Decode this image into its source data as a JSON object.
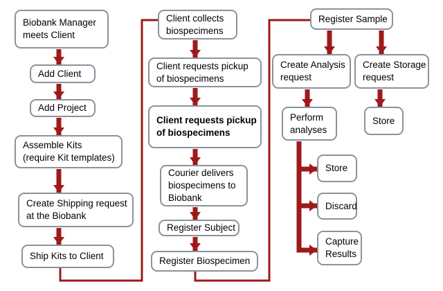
{
  "diagram": {
    "type": "flowchart",
    "colors": {
      "arrow": "#9e1a1a",
      "node_border": "#8a929c",
      "node_fill": "#ffffff",
      "text": "#000000",
      "background": "#ffffff"
    },
    "nodes": [
      {
        "id": "biobank-manager-meets-client",
        "label": "Biobank Manager\nmeets Client",
        "bold": false
      },
      {
        "id": "add-client",
        "label": "Add Client",
        "bold": false
      },
      {
        "id": "add-project",
        "label": "Add Project",
        "bold": false
      },
      {
        "id": "assemble-kits",
        "label": "Assemble Kits\n(require Kit templates)",
        "bold": false
      },
      {
        "id": "create-shipping-request",
        "label": "Create Shipping request\nat the Biobank",
        "bold": false
      },
      {
        "id": "ship-kits-to-client",
        "label": "Ship Kits to Client",
        "bold": false
      },
      {
        "id": "client-collects-biospecimens",
        "label": "Client collects\nbiospecimens",
        "bold": false
      },
      {
        "id": "client-requests-pickup",
        "label": "Client requests pickup\nof biospecimens",
        "bold": false
      },
      {
        "id": "client-requests-pickup-confirm",
        "label": "Client requests pickup\nof biospecimens",
        "bold": true
      },
      {
        "id": "courier-delivers-biospecimens",
        "label": "Courier delivers\nbiospecimens to\nBiobank",
        "bold": false
      },
      {
        "id": "register-subject",
        "label": "Register Subject",
        "bold": false
      },
      {
        "id": "register-biospecimen",
        "label": "Register Biospecimen",
        "bold": false
      },
      {
        "id": "register-sample",
        "label": "Register Sample",
        "bold": false
      },
      {
        "id": "create-analysis-request",
        "label": "Create Analysis\nrequest",
        "bold": false
      },
      {
        "id": "create-storage-request",
        "label": "Create Storage\nrequest",
        "bold": false
      },
      {
        "id": "perform-analyses",
        "label": "Perform\nanalyses",
        "bold": false
      },
      {
        "id": "store-after-storage-request",
        "label": "Store",
        "bold": false
      },
      {
        "id": "store-after-analyses",
        "label": "Store",
        "bold": false
      },
      {
        "id": "discard",
        "label": "Discard",
        "bold": false
      },
      {
        "id": "capture-results",
        "label": "Capture\nResults",
        "bold": false
      }
    ],
    "edges": [
      {
        "from": "biobank-manager-meets-client",
        "to": "add-client"
      },
      {
        "from": "add-client",
        "to": "add-project"
      },
      {
        "from": "add-project",
        "to": "assemble-kits"
      },
      {
        "from": "assemble-kits",
        "to": "create-shipping-request"
      },
      {
        "from": "create-shipping-request",
        "to": "ship-kits-to-client"
      },
      {
        "from": "ship-kits-to-client",
        "to": "client-collects-biospecimens"
      },
      {
        "from": "client-collects-biospecimens",
        "to": "client-requests-pickup"
      },
      {
        "from": "client-requests-pickup",
        "to": "client-requests-pickup-confirm"
      },
      {
        "from": "client-requests-pickup-confirm",
        "to": "courier-delivers-biospecimens"
      },
      {
        "from": "courier-delivers-biospecimens",
        "to": "register-subject"
      },
      {
        "from": "register-subject",
        "to": "register-biospecimen"
      },
      {
        "from": "register-biospecimen",
        "to": "register-sample"
      },
      {
        "from": "register-sample",
        "to": "create-analysis-request"
      },
      {
        "from": "register-sample",
        "to": "create-storage-request"
      },
      {
        "from": "create-analysis-request",
        "to": "perform-analyses"
      },
      {
        "from": "create-storage-request",
        "to": "store-after-storage-request"
      },
      {
        "from": "perform-analyses",
        "to": "store-after-analyses"
      },
      {
        "from": "perform-analyses",
        "to": "discard"
      },
      {
        "from": "perform-analyses",
        "to": "capture-results"
      }
    ]
  }
}
